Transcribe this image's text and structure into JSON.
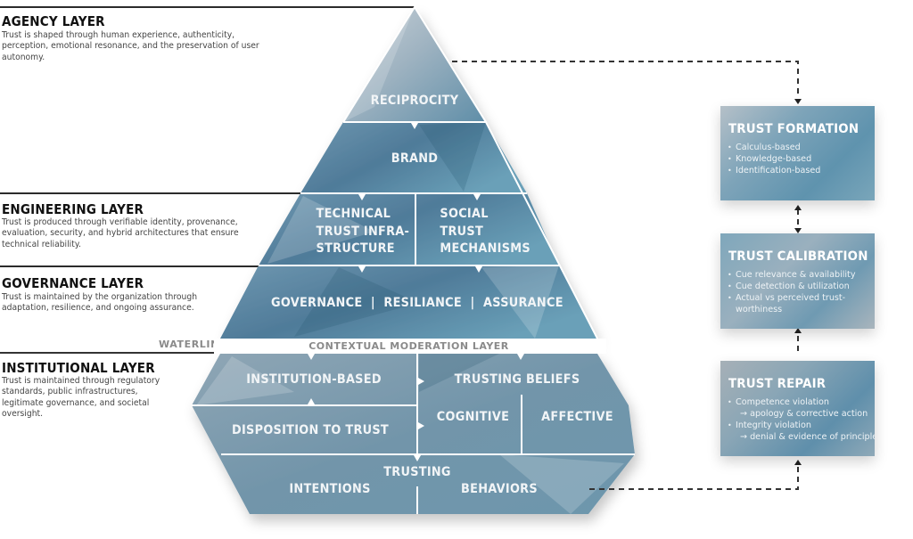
{
  "layers": [
    {
      "title": "AGENCY LAYER",
      "description": "Trust is shaped through human experience, authenticity, perception, emotional resonance, and the preservation of user autonomy."
    },
    {
      "title": "ENGINEERING LAYER",
      "description": "Trust is produced through verifiable identity, provenance, evaluation, security, and hybrid architectures that ensure technical reliability."
    },
    {
      "title": "GOVERNANCE LAYER",
      "description": "Trust is maintained by the organization through adaptation, resilience, and ongoing assurance."
    },
    {
      "title": "INSTITUTIONAL LAYER",
      "description": "Trust is maintained through regulatory standards, public infrastructures, legitimate governance, and societal oversight."
    }
  ],
  "waterline_label": "WATERLINE",
  "pyramid": {
    "reciprocity": "RECIPROCITY",
    "brand": "BRAND",
    "technical": [
      "TECHNICAL",
      "TRUST INFRA-",
      "STRUCTURE"
    ],
    "social": [
      "SOCIAL",
      "TRUST",
      "MECHANISMS"
    ],
    "governance": "GOVERNANCE  |  RESILIANCE  |  ASSURANCE",
    "moderation": "CONTEXTUAL MODERATION LAYER",
    "institution_based": "INSTITUTION-BASED",
    "disposition": "DISPOSITION TO TRUST",
    "trusting_beliefs": "TRUSTING BELIEFS",
    "cognitive": "COGNITIVE",
    "affective": "AFFECTIVE",
    "trusting": "TRUSTING",
    "intentions": "INTENTIONS",
    "behaviors": "BEHAVIORS"
  },
  "boxes": [
    {
      "title": "TRUST FORMATION",
      "items": [
        "Calculus-based",
        "Knowledge-based",
        "Identification-based"
      ]
    },
    {
      "title": "TRUST CALIBRATION",
      "items": [
        "Cue relevance & availability",
        "Cue detection & utilization",
        "Actual vs perceived trust-",
        "worthiness"
      ]
    },
    {
      "title": "TRUST REPAIR",
      "items": [
        "Competence violation",
        "→ apology & corrective action",
        "Integrity violation",
        "→ denial & evidence of principles"
      ]
    }
  ],
  "colors": {
    "base": "#6d93a9",
    "dark": "#4f7893",
    "light": "#a9b9c4",
    "text_on_dark": "#f2f5f7"
  }
}
